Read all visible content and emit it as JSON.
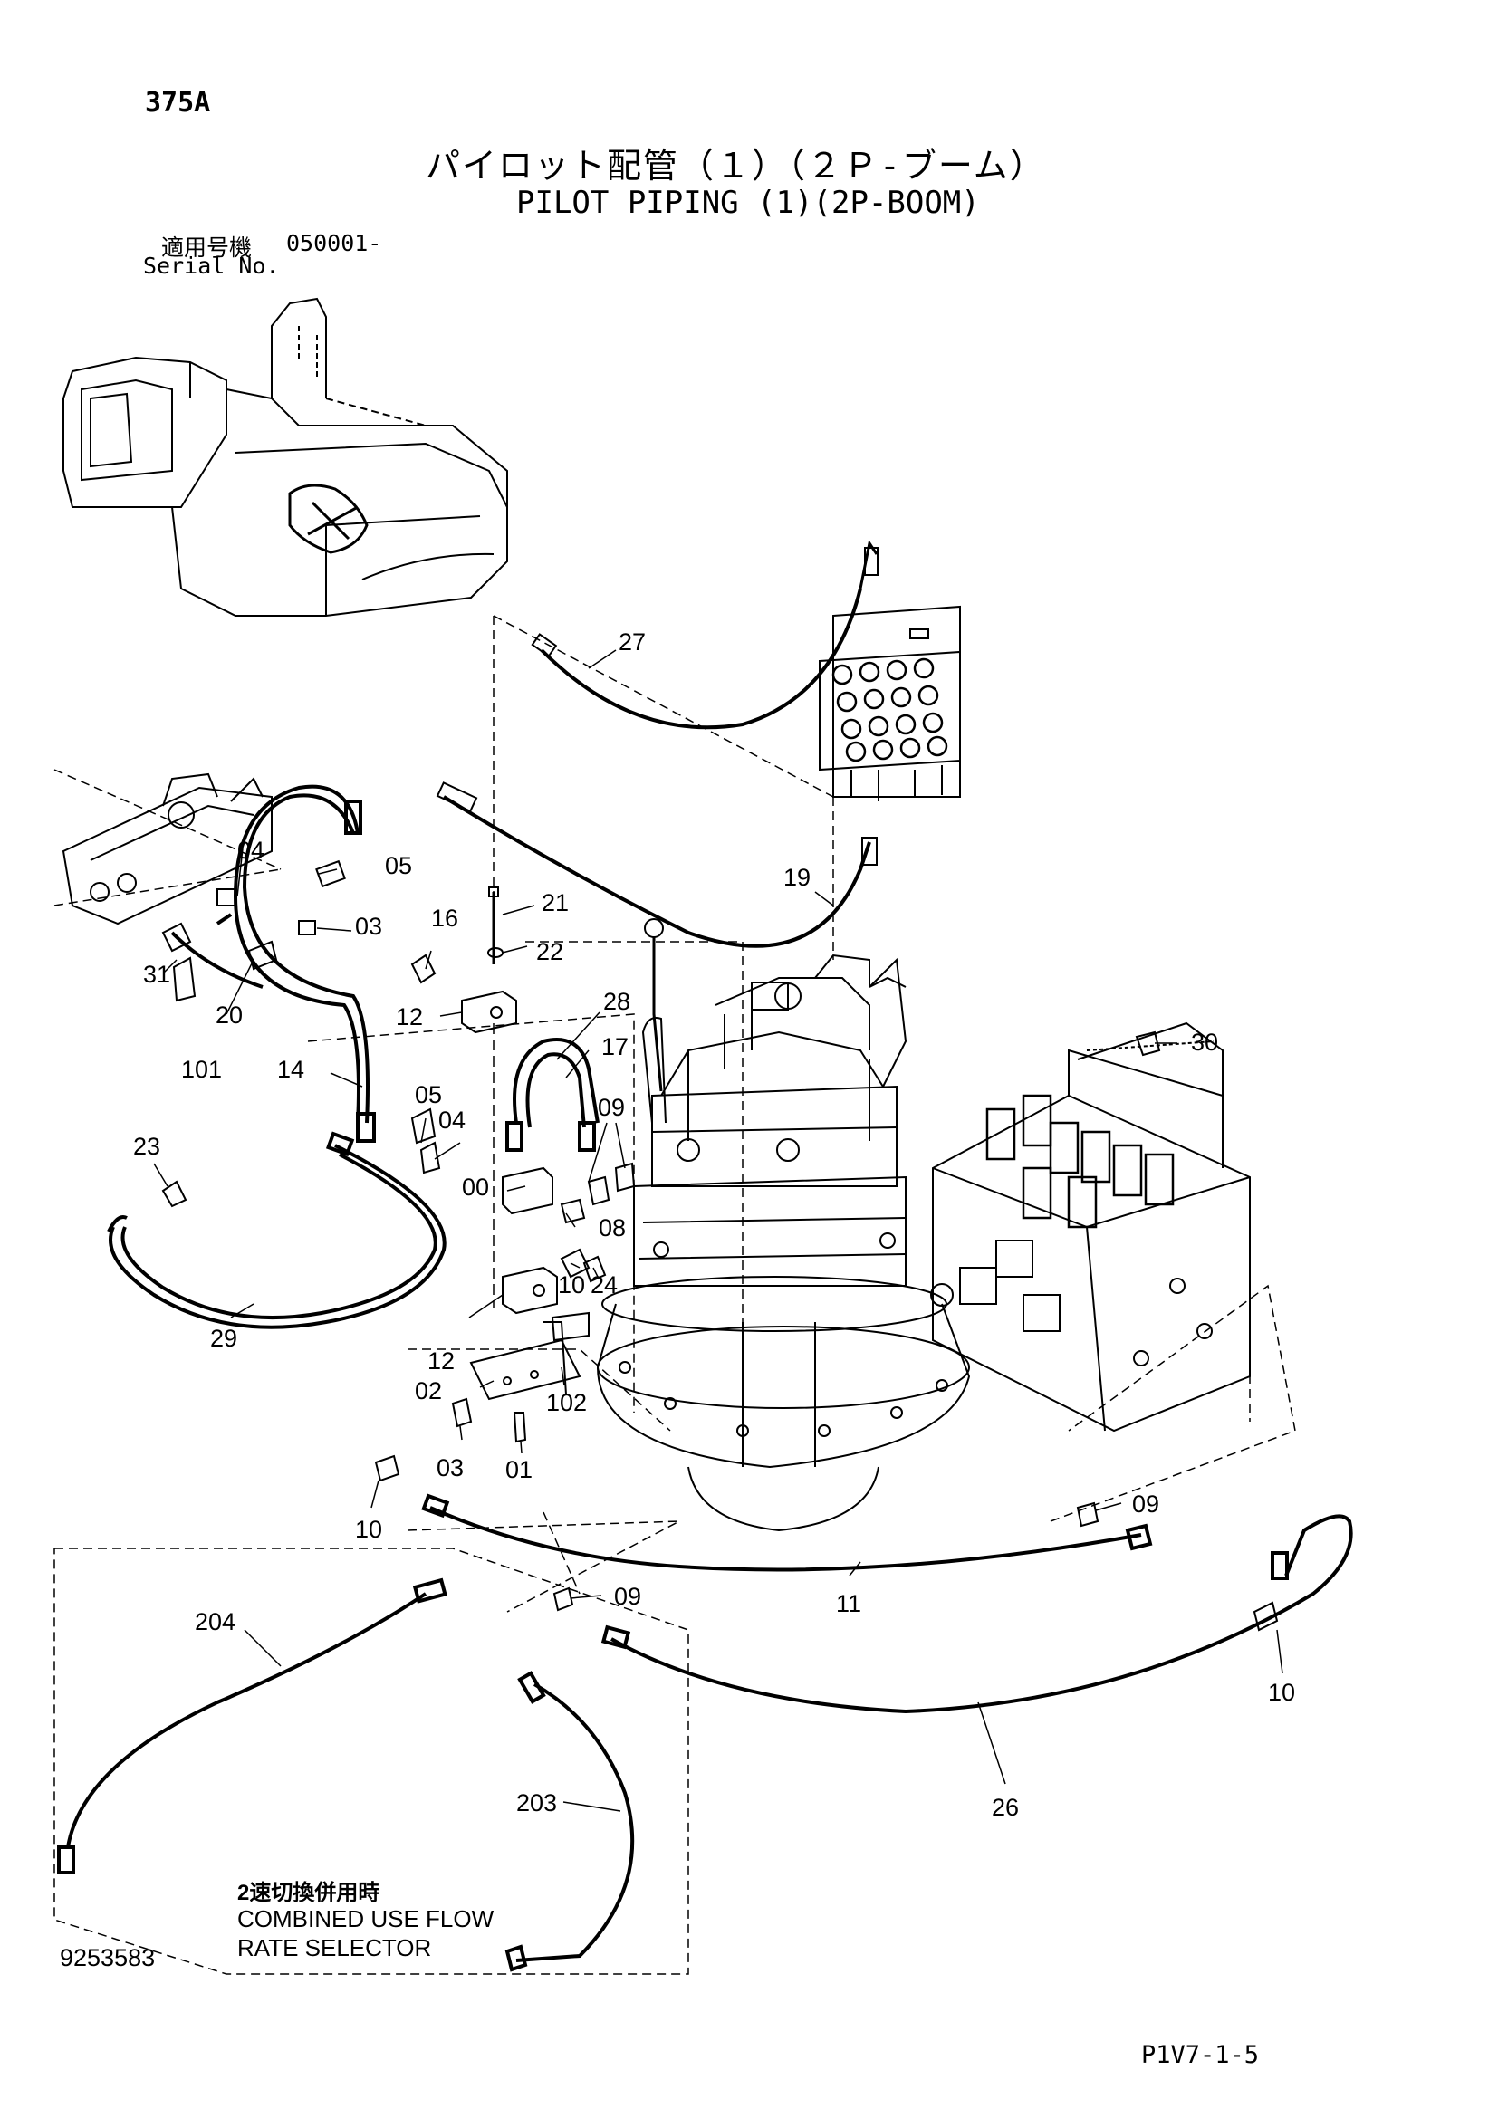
{
  "header": {
    "page_number": "375A",
    "title_jp": "パイロット配管（１）（２Ｐ-ブーム）",
    "title_en": "PILOT PIPING (1)(2P-BOOM)",
    "serial_label_jp": "適用号機",
    "serial_number": "050001-",
    "serial_label_en": "Serial No."
  },
  "note": {
    "jp": "2速切換併用時",
    "en_line1": "COMBINED USE FLOW",
    "en_line2": "RATE SELECTOR"
  },
  "footer": {
    "drawing_number": "9253583",
    "page_code": "P1V7-1-5"
  },
  "callouts": [
    {
      "id": "c27",
      "label": "27"
    },
    {
      "id": "c19",
      "label": "19"
    },
    {
      "id": "c04a",
      "label": "04"
    },
    {
      "id": "c05a",
      "label": "05"
    },
    {
      "id": "c03a",
      "label": "03"
    },
    {
      "id": "c31",
      "label": "31"
    },
    {
      "id": "c20",
      "label": "20"
    },
    {
      "id": "c101",
      "label": "101"
    },
    {
      "id": "c14",
      "label": "14"
    },
    {
      "id": "c16",
      "label": "16"
    },
    {
      "id": "c21",
      "label": "21"
    },
    {
      "id": "c22",
      "label": "22"
    },
    {
      "id": "c12a",
      "label": "12"
    },
    {
      "id": "c28",
      "label": "28"
    },
    {
      "id": "c17",
      "label": "17"
    },
    {
      "id": "c05b",
      "label": "05"
    },
    {
      "id": "c04b",
      "label": "04"
    },
    {
      "id": "c09a",
      "label": "09"
    },
    {
      "id": "c23",
      "label": "23"
    },
    {
      "id": "c00",
      "label": "00"
    },
    {
      "id": "c08",
      "label": "08"
    },
    {
      "id": "c10a",
      "label": "10"
    },
    {
      "id": "c24",
      "label": "24"
    },
    {
      "id": "c30",
      "label": "30"
    },
    {
      "id": "c29",
      "label": "29"
    },
    {
      "id": "c12b",
      "label": "12"
    },
    {
      "id": "c02",
      "label": "02"
    },
    {
      "id": "c102",
      "label": "102"
    },
    {
      "id": "c03b",
      "label": "03"
    },
    {
      "id": "c01",
      "label": "01"
    },
    {
      "id": "c10b",
      "label": "10"
    },
    {
      "id": "c09b",
      "label": "09"
    },
    {
      "id": "c09c",
      "label": "09"
    },
    {
      "id": "c11",
      "label": "11"
    },
    {
      "id": "c204",
      "label": "204"
    },
    {
      "id": "c10c",
      "label": "10"
    },
    {
      "id": "c203",
      "label": "203"
    },
    {
      "id": "c26",
      "label": "26"
    }
  ]
}
